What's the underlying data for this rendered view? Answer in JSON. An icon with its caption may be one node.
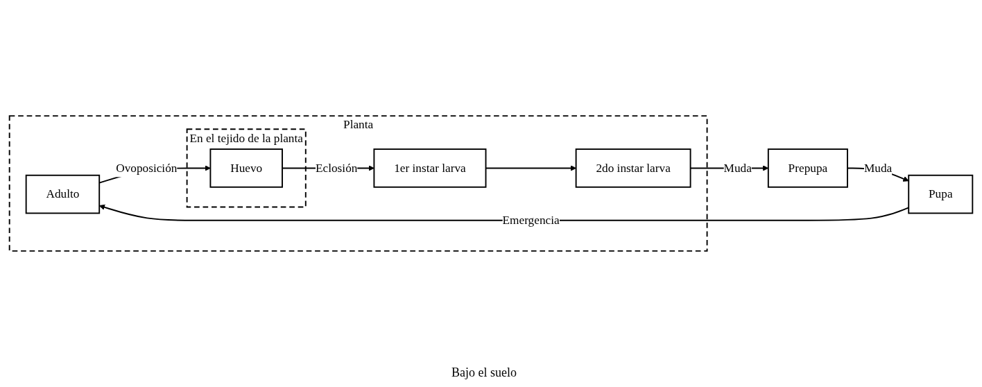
{
  "diagram": {
    "nodes": [
      {
        "text": [
          "Planta"
        ]
      },
      {
        "text": [
          "Adulto"
        ],
        "in": 0
      },
      {
        "text": [
          "En el tejido de la planta"
        ],
        "in": 0
      },
      {
        "text": [
          "Huevo"
        ],
        "in": 2
      },
      {
        "text": [
          "1er instar larva"
        ],
        "in": 0
      },
      {
        "text": [
          "2do instar larva"
        ],
        "in": 0
      },
      {
        "text": [
          "Prepupa"
        ]
      },
      {
        "text": [
          "Pupa"
        ]
      }
    ],
    "edges": [
      {
        "from": 1,
        "to": 3,
        "arrow": "to",
        "label": "Ovoposición"
      },
      {
        "from": 3,
        "to": 4,
        "arrow": "to",
        "label": "Eclosión"
      },
      {
        "from": 4,
        "to": 5,
        "arrow": "to"
      },
      {
        "from": 5,
        "to": 6,
        "arrow": "to",
        "label": "Muda"
      },
      {
        "from": 6,
        "to": 7,
        "arrow": "to",
        "label": "Muda"
      },
      {
        "from": 7,
        "to": 1,
        "arrow": "to",
        "label": "Emergencia"
      }
    ],
    "labels": [
      "Bajo el suelo"
    ]
  }
}
